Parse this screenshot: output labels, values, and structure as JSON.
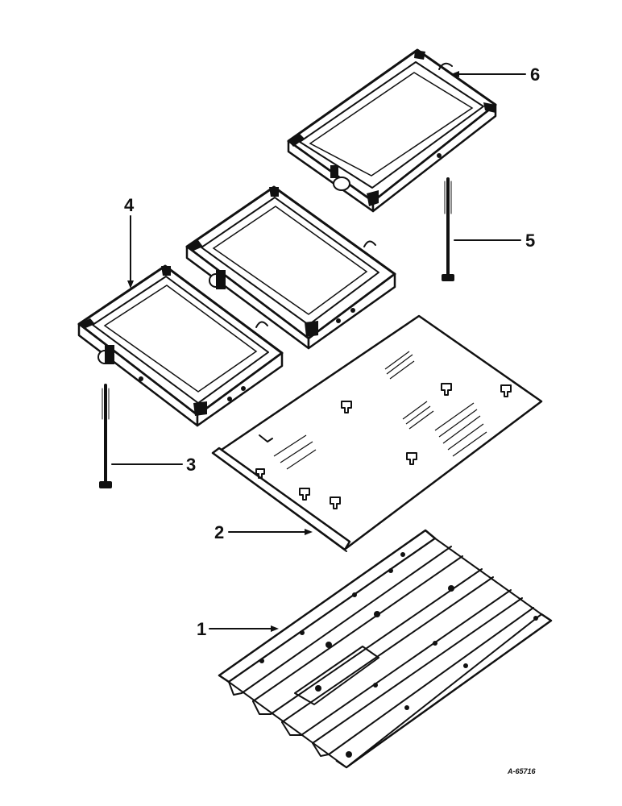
{
  "figure": {
    "reference_code": "A-65716"
  },
  "callouts": [
    {
      "id": "1",
      "label": "1"
    },
    {
      "id": "2",
      "label": "2"
    },
    {
      "id": "3",
      "label": "3"
    },
    {
      "id": "4",
      "label": "4"
    },
    {
      "id": "5",
      "label": "5"
    },
    {
      "id": "6",
      "label": "6"
    }
  ]
}
